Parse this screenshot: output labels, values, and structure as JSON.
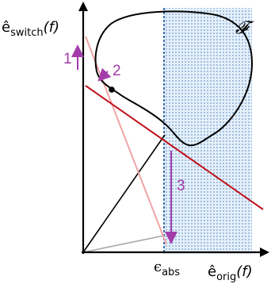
{
  "labels": {
    "y_axis_hat": "ê",
    "y_axis_sub": "switch",
    "y_axis_arg": "(f)",
    "x_axis_hat": "ê",
    "x_axis_sub": "orig",
    "x_axis_arg": "(f)",
    "epsilon": "ϵ",
    "epsilon_sub": "abs",
    "region": "𝓕",
    "step_1": "1",
    "step_2": "2",
    "step_3": "3"
  },
  "colors": {
    "axis": "#000000",
    "region_outline": "#000000",
    "shaded_region": "#b8d3ea",
    "shaded_dots": "#5b8fc4",
    "boundary_dashed": "#3f6fae",
    "red_line": "#c0121a",
    "pink_line": "#f0a3a6",
    "gray_line": "#a6a6a6",
    "purple": "#a23cab"
  },
  "icons": {
    "axis_arrows": "arrowhead-icon",
    "step_arrows": "step-arrow-icon",
    "optimum_point": "filled-dot-icon"
  }
}
